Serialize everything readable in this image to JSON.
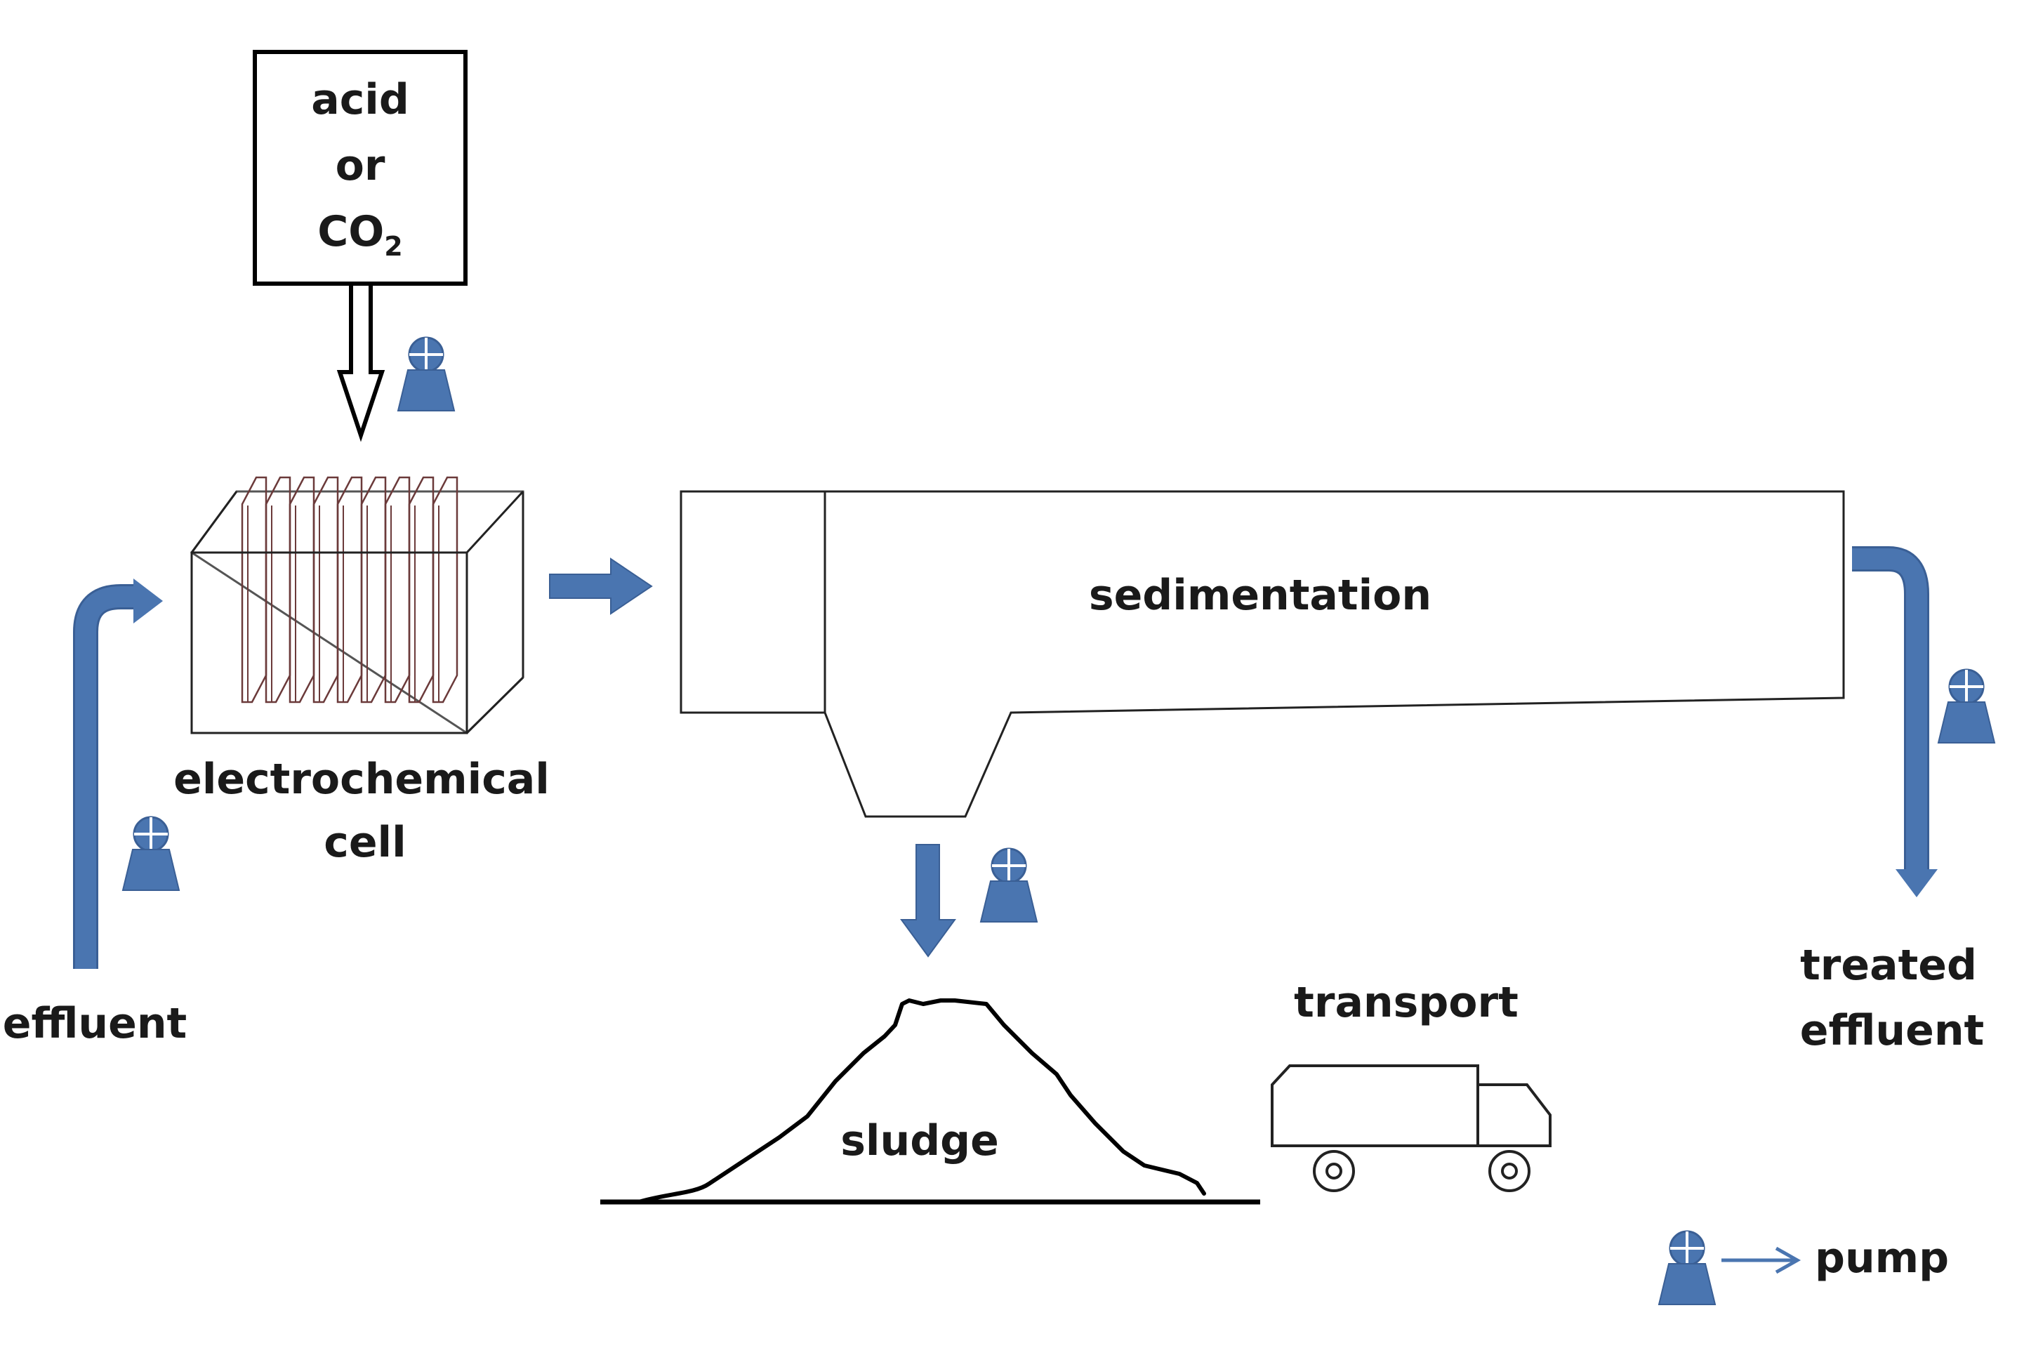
{
  "colors": {
    "pipe": "#4A75B0",
    "pipe_edge": "#3A5F95",
    "outline": "#000000",
    "plate": "#6B3A3A",
    "background": "#FFFFFF"
  },
  "labels": {
    "acid_line1": "acid",
    "acid_line2": "or",
    "acid_line3_main": "CO",
    "acid_line3_sub": "2",
    "effluent": "effluent",
    "cell_line1": "electrochemical",
    "cell_line2": "cell",
    "sedimentation": "sedimentation",
    "sludge": "sludge",
    "transport": "transport",
    "treated_line1": "treated",
    "treated_line2": "effluent",
    "legend_pump": "pump"
  },
  "icons": {
    "pump": "pump-icon",
    "truck": "truck-icon",
    "flow": "arrow-icon"
  }
}
